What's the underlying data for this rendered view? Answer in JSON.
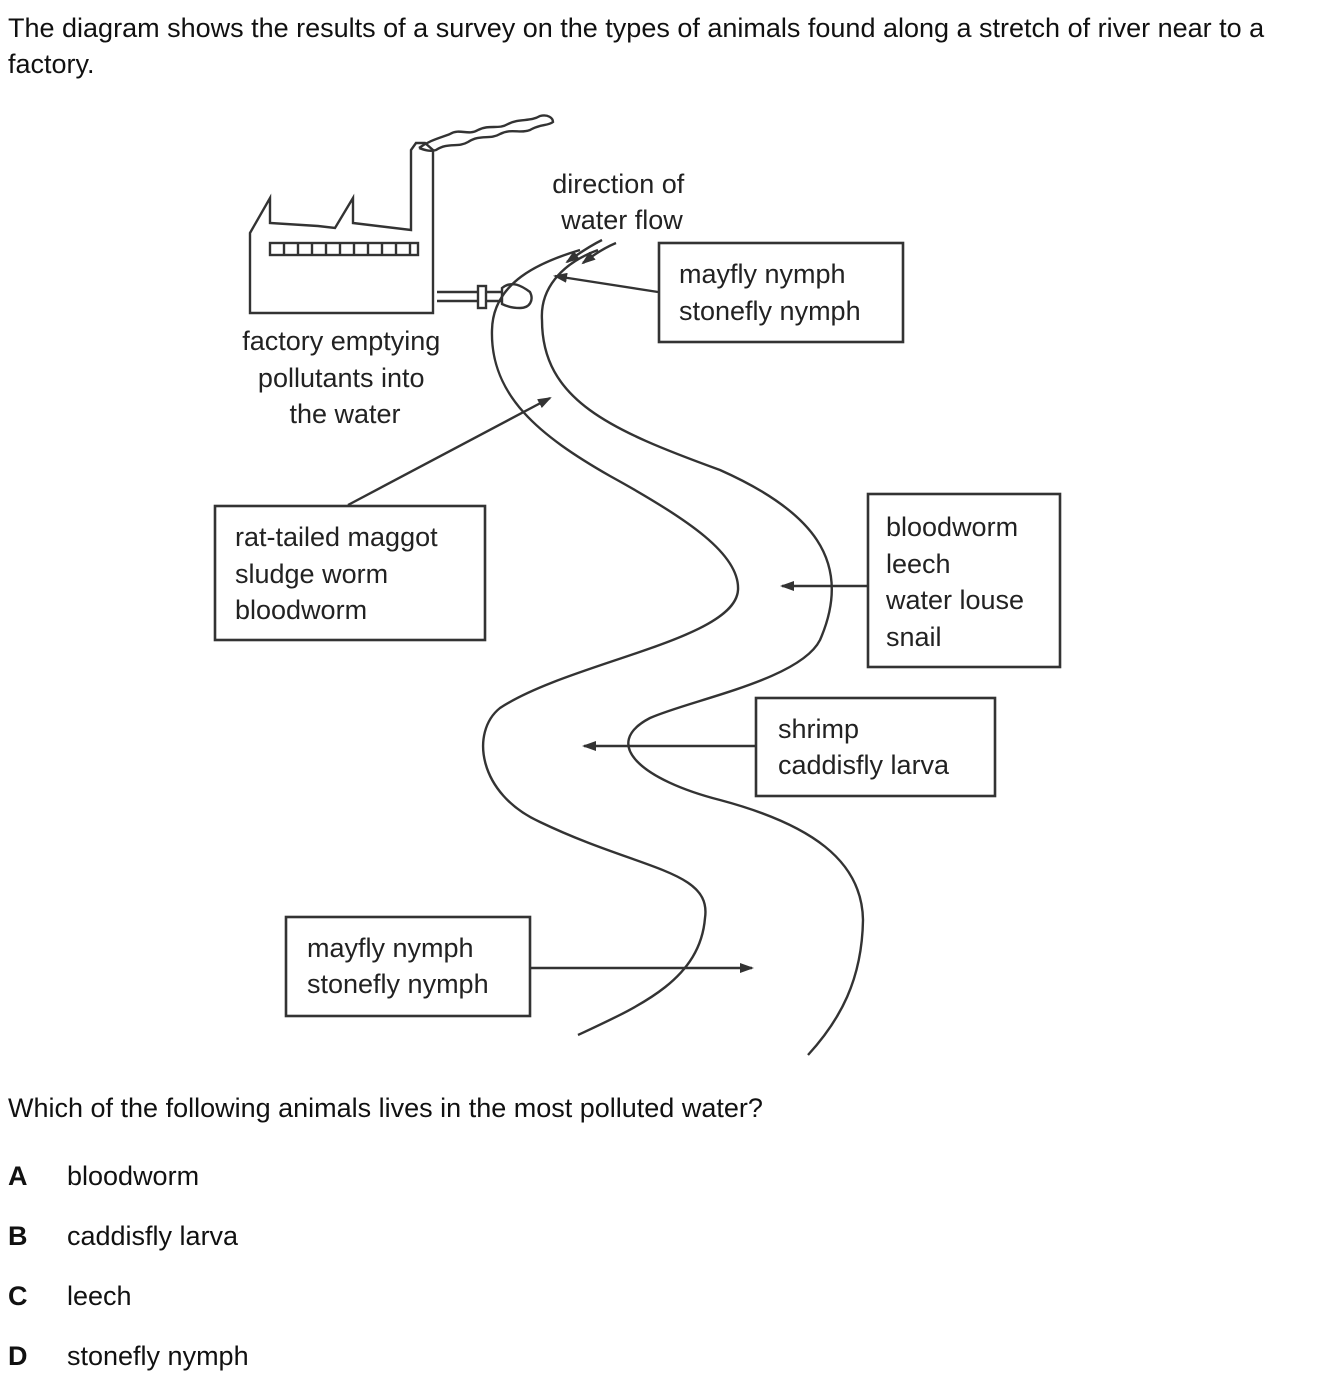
{
  "intro": "The diagram shows the results of a survey on the types of animals found along a stretch of river near to a factory.",
  "diagram": {
    "factory_label": [
      "factory emptying",
      "pollutants into",
      "the water"
    ],
    "flow_label": [
      "direction of",
      "water flow"
    ],
    "boxes": [
      {
        "lines": [
          "mayfly nymph",
          "stonefly nymph"
        ]
      },
      {
        "lines": [
          "rat-tailed maggot",
          "sludge worm",
          "bloodworm"
        ]
      },
      {
        "lines": [
          "bloodworm",
          "leech",
          "water louse",
          "snail"
        ]
      },
      {
        "lines": [
          "shrimp",
          "caddisfly larva"
        ]
      },
      {
        "lines": [
          "mayfly nymph",
          "stonefly nymph"
        ]
      }
    ]
  },
  "question": "Which of the following animals lives in the most polluted water?",
  "options": [
    {
      "letter": "A",
      "text": "bloodworm"
    },
    {
      "letter": "B",
      "text": "caddisfly larva"
    },
    {
      "letter": "C",
      "text": "leech"
    },
    {
      "letter": "D",
      "text": "stonefly nymph"
    }
  ]
}
